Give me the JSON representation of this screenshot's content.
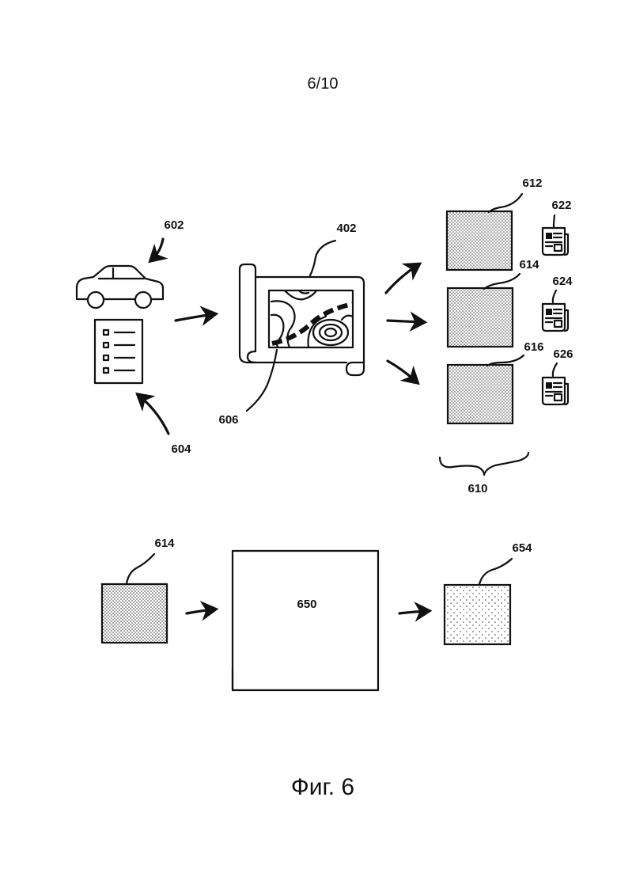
{
  "sheet_number": "6/10",
  "caption": "Фиг. 6",
  "labels": {
    "l602": "602",
    "l604": "604",
    "l402": "402",
    "l606": "606",
    "l612": "612",
    "l614": "614",
    "l616": "616",
    "l622": "622",
    "l624": "624",
    "l626": "626",
    "l610": "610",
    "l614b": "614",
    "l650": "650",
    "l654": "654"
  }
}
